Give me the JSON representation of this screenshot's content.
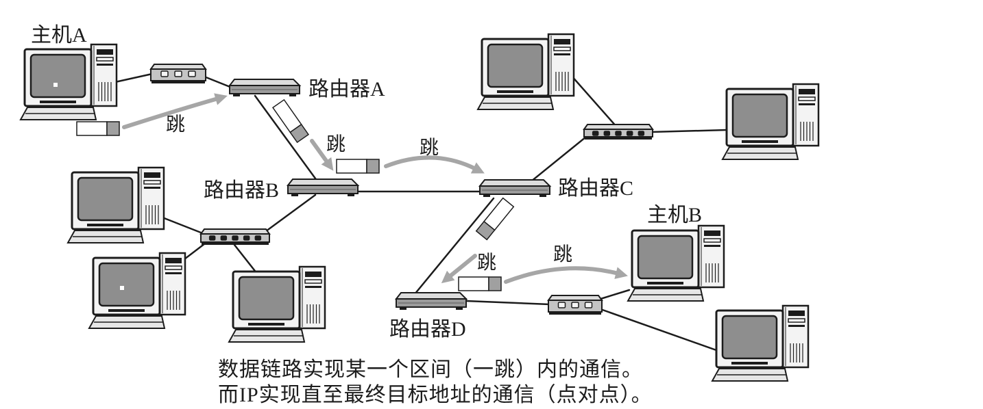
{
  "hosts": {
    "a": "主机A",
    "b": "主机B"
  },
  "routers": {
    "a": "路由器A",
    "b": "路由器B",
    "c": "路由器C",
    "d": "路由器D"
  },
  "hop_labels": [
    "跳",
    "跳",
    "跳",
    "跳",
    "跳"
  ],
  "caption": {
    "line1": "数据链路实现某一个区间（一跳）内的通信。",
    "line2": "而IP实现直至最终目标地址的通信（点对点）。"
  },
  "icons": {
    "computer": "computer-icon",
    "router": "router-icon",
    "hub": "hub-icon",
    "switch": "switch-icon",
    "packet": "packet-icon",
    "arrow": "hop-arrow"
  },
  "colors": {
    "ink": "#1c1c1c",
    "screen": "#8e8e8e",
    "arrow": "#a6a6a6",
    "packet_header": "#a0a0a0",
    "device_top": "#dcdcdc",
    "device_front": "#9c9c9c",
    "hub_front": "#c4c4c4",
    "case": "#f3f3f3",
    "background": "#ffffff"
  }
}
